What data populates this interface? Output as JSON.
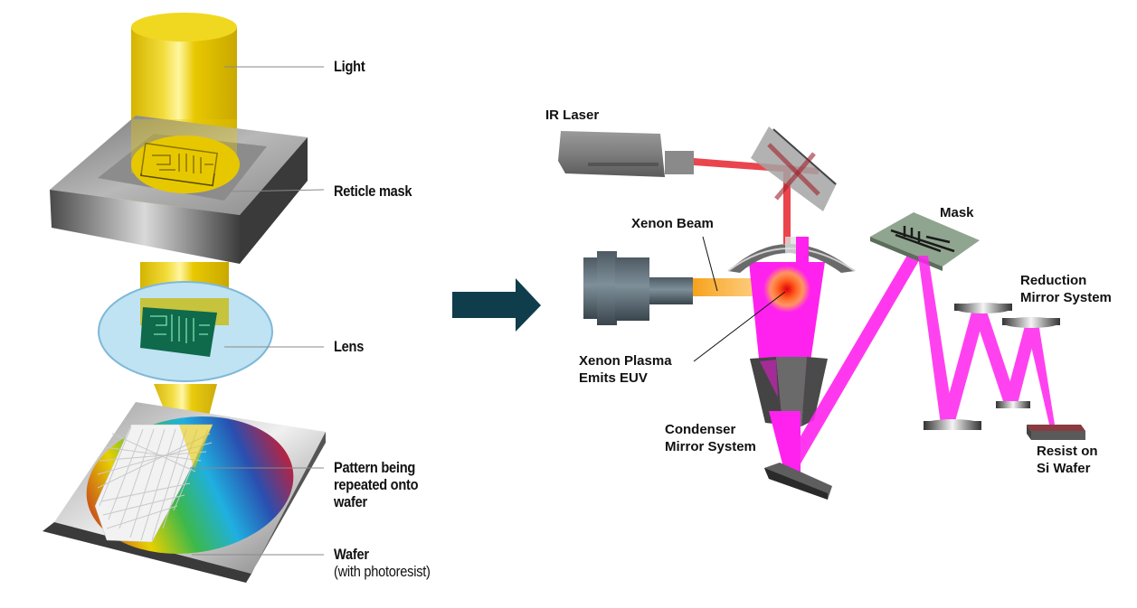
{
  "left_diagram": {
    "title": "Optical lithography",
    "labels": {
      "light": "Light",
      "reticle_mask": "Reticle mask",
      "lens": "Lens",
      "pattern_line1": "Pattern being",
      "pattern_line2": "repeated onto",
      "pattern_line3": "wafer",
      "wafer": "Wafer",
      "wafer_sub": "(with photoresist)"
    }
  },
  "arrow": {
    "icon": "right-arrow-icon",
    "color": "#0f3d4c"
  },
  "right_diagram": {
    "title": "EUV lithography",
    "labels": {
      "ir_laser": "IR Laser",
      "xenon_beam": "Xenon Beam",
      "plasma_line1": "Xenon Plasma",
      "plasma_line2": "Emits EUV",
      "condenser_line1": "Condenser",
      "condenser_line2": "Mirror System",
      "mask": "Mask",
      "reduction_line1": "Reduction",
      "reduction_line2": "Mirror System",
      "resist_line1": "Resist on",
      "resist_line2": "Si Wafer"
    }
  },
  "colors": {
    "light_beam": "#e8c800",
    "lens": "#bfe3f3",
    "reticle": "#6a6a6a",
    "ir_beam": "#e8303a",
    "xenon_beam": "#f7a21b",
    "euv_beam": "#ff22ee",
    "mask_plate": "#8fa58f",
    "leader_line": "#8a8a8a"
  }
}
